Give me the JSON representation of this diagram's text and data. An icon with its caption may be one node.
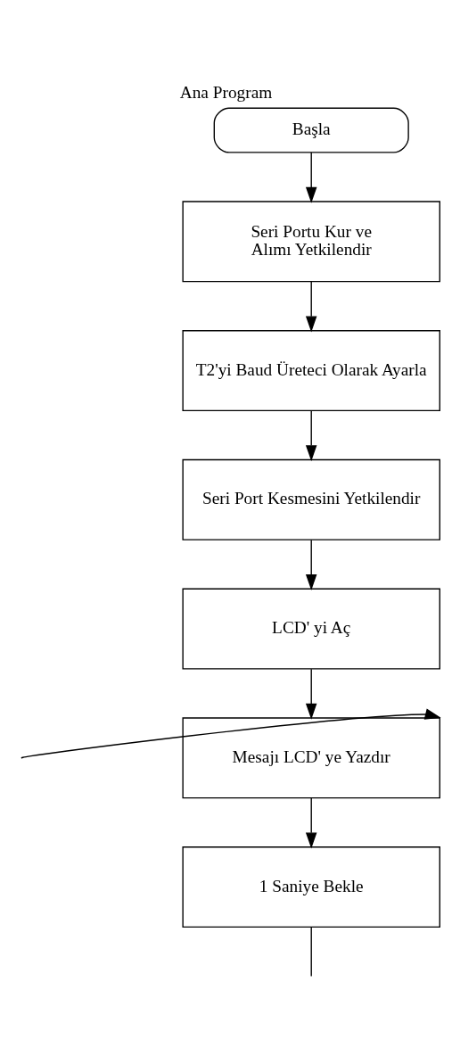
{
  "diagram": {
    "title": "Ana Program",
    "nodes": [
      {
        "text": [
          "Başla"
        ]
      },
      {
        "text": [
          "Seri Portu Kur ve Alımı Yetkilendir"
        ]
      },
      {
        "text": [
          "T2'yi Baud Üreteci Olarak Ayarla"
        ]
      },
      {
        "text": [
          "Seri Port Kesmesini Yetkilendir"
        ]
      },
      {
        "text": [
          "LCD' yi Aç"
        ]
      },
      {
        "text": [
          "Mesajı LCD' ye Yazdır"
        ]
      },
      {
        "text": [
          "1 Saniye Bekle"
        ]
      }
    ],
    "edges": [
      {
        "from": 0,
        "to": 1,
        "arrow": "to"
      },
      {
        "from": 1,
        "to": 2,
        "arrow": "to"
      },
      {
        "from": 2,
        "to": 3,
        "arrow": "to"
      },
      {
        "from": 3,
        "to": 4,
        "arrow": "to"
      },
      {
        "from": 4,
        "to": 5,
        "arrow": "to"
      },
      {
        "from": null,
        "to": 5,
        "arrow": "to"
      },
      {
        "from": 5,
        "to": 6,
        "arrow": "to"
      },
      {
        "from": 6,
        "to": null,
        "arrow": "none"
      }
    ]
  }
}
